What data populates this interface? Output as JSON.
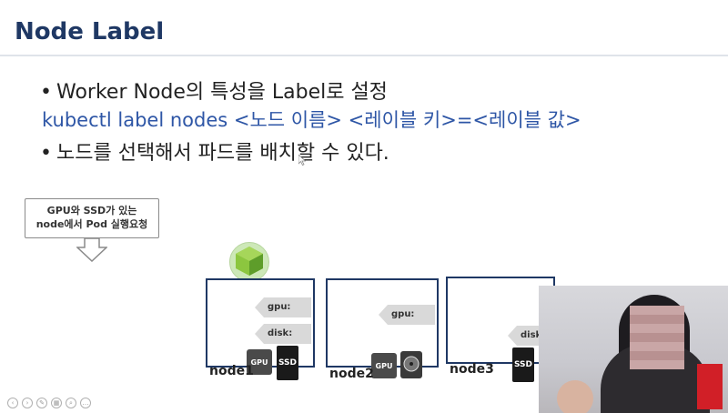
{
  "slide": {
    "title": "Node Label",
    "bullet1": "Worker Node의 특성을 Label로 설정",
    "command": "kubectl label nodes <노드 이름> <레이블 키>=<레이블 값>",
    "bullet2": "노드를 선택해서 파드를 배치할 수 있다."
  },
  "callout": {
    "line1": "GPU와 SSD가 있는",
    "line2": "node에서 Pod 실행요청"
  },
  "nodes": [
    {
      "name": "node1",
      "tags": [
        "gpu: true",
        "disk: ssd"
      ],
      "hardware": [
        "gpu-chip-icon",
        "ssd-icon"
      ],
      "ssd_label": "SSD",
      "gpu_label": "GPU"
    },
    {
      "name": "node2",
      "tags": [
        "gpu: true"
      ],
      "hardware": [
        "gpu-chip-icon",
        "hdd-icon"
      ],
      "gpu_label": "GPU"
    },
    {
      "name": "node3",
      "tags": [
        "disk: ssd"
      ],
      "hardware": [
        "ssd-icon"
      ],
      "ssd_label": "SSD"
    }
  ],
  "colors": {
    "title": "#1f3864",
    "command": "#2e56a6",
    "node_border": "#1f3864",
    "tag_fill": "#d9d9d9",
    "pod_fill": "#8cc63f"
  },
  "icons": [
    "pod-cube-icon",
    "gpu-chip-icon",
    "ssd-icon",
    "hdd-icon",
    "cursor-icon"
  ]
}
